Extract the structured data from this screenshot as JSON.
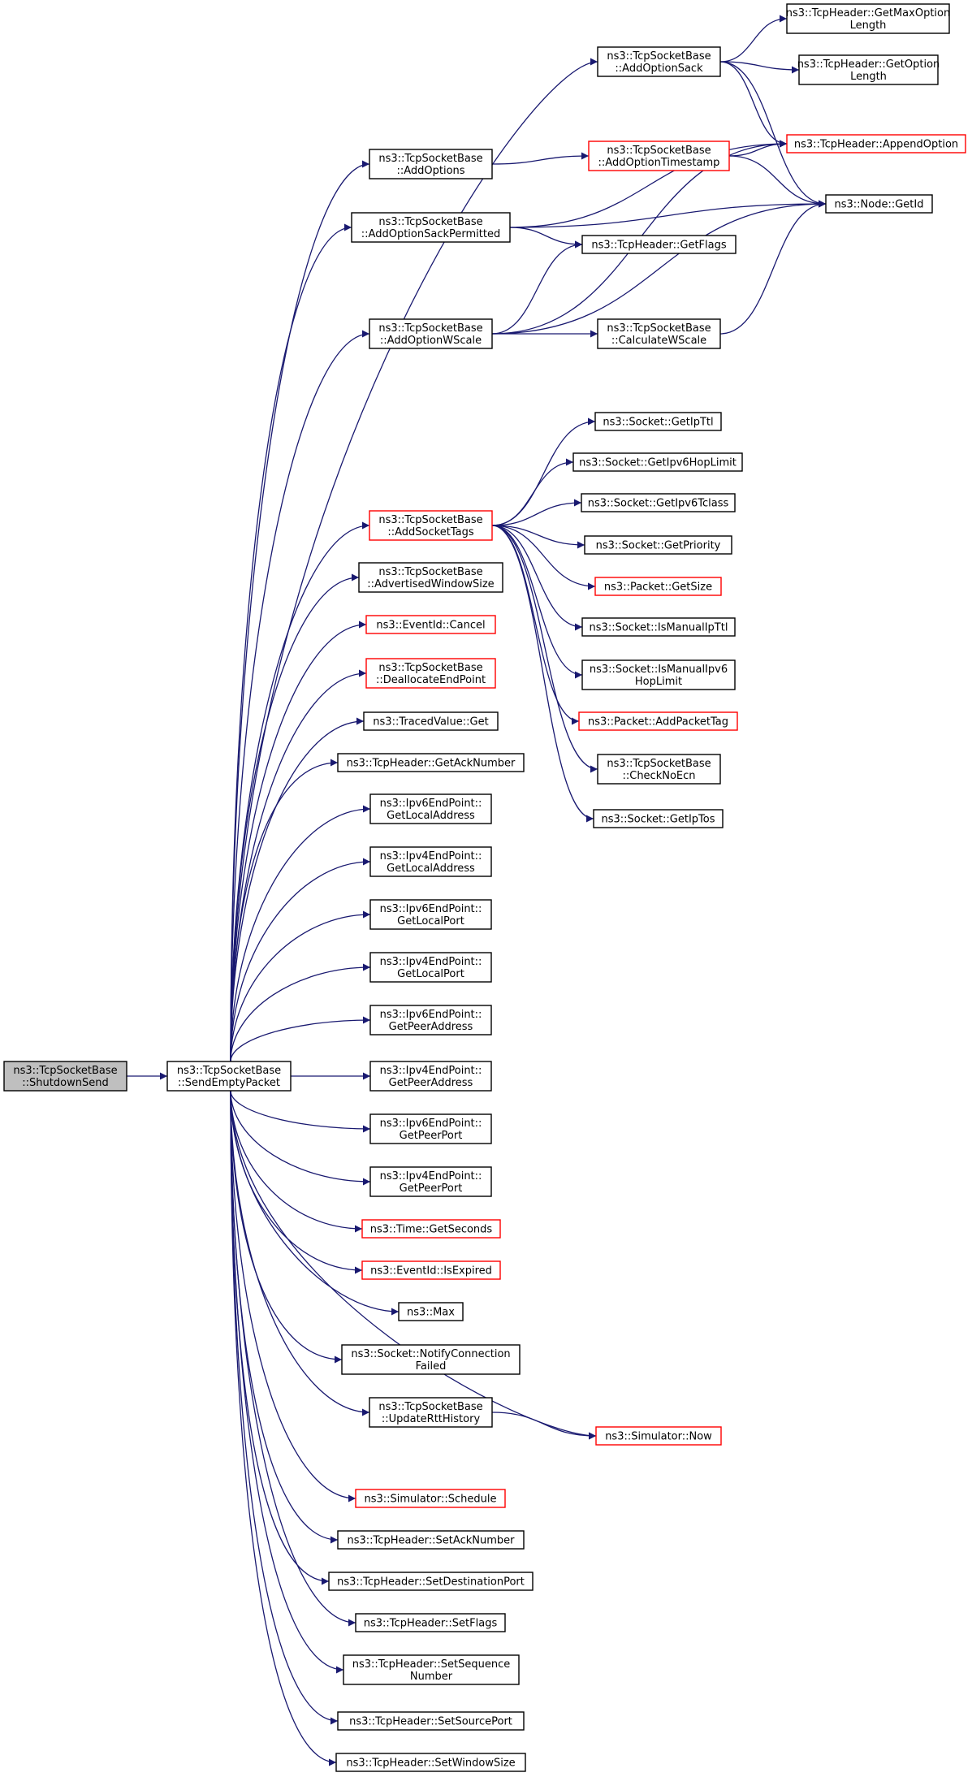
{
  "colors": {
    "edge": "#191970",
    "normal_border": "#000000",
    "truncated_border": "#ff0000",
    "root_fill": "#bfbfbf",
    "node_fill": "#ffffff"
  },
  "graph": {
    "nodes": [
      {
        "id": "shutdown_send",
        "lines": [
          "ns3::TcpSocketBase",
          "::ShutdownSend"
        ],
        "style": "root"
      },
      {
        "id": "send_empty_packet",
        "lines": [
          "ns3::TcpSocketBase",
          "::SendEmptyPacket"
        ],
        "style": "normal"
      },
      {
        "id": "add_option_sack",
        "lines": [
          "ns3::TcpSocketBase",
          "::AddOptionSack"
        ],
        "style": "normal"
      },
      {
        "id": "get_max_option_length",
        "lines": [
          "ns3::TcpHeader::GetMaxOption",
          "Length"
        ],
        "style": "normal"
      },
      {
        "id": "get_option_length",
        "lines": [
          "ns3::TcpHeader::GetOption",
          "Length"
        ],
        "style": "normal"
      },
      {
        "id": "append_option",
        "lines": [
          "ns3::TcpHeader::AppendOption"
        ],
        "style": "truncated"
      },
      {
        "id": "add_options",
        "lines": [
          "ns3::TcpSocketBase",
          "::AddOptions"
        ],
        "style": "normal"
      },
      {
        "id": "add_option_timestamp",
        "lines": [
          "ns3::TcpSocketBase",
          "::AddOptionTimestamp"
        ],
        "style": "truncated"
      },
      {
        "id": "node_get_id",
        "lines": [
          "ns3::Node::GetId"
        ],
        "style": "normal"
      },
      {
        "id": "add_option_sack_permitted",
        "lines": [
          "ns3::TcpSocketBase",
          "::AddOptionSackPermitted"
        ],
        "style": "normal"
      },
      {
        "id": "get_flags",
        "lines": [
          "ns3::TcpHeader::GetFlags"
        ],
        "style": "normal"
      },
      {
        "id": "add_option_wscale",
        "lines": [
          "ns3::TcpSocketBase",
          "::AddOptionWScale"
        ],
        "style": "normal"
      },
      {
        "id": "calculate_wscale",
        "lines": [
          "ns3::TcpSocketBase",
          "::CalculateWScale"
        ],
        "style": "normal"
      },
      {
        "id": "get_ip_ttl",
        "lines": [
          "ns3::Socket::GetIpTtl"
        ],
        "style": "normal"
      },
      {
        "id": "get_ipv6_hop_limit",
        "lines": [
          "ns3::Socket::GetIpv6HopLimit"
        ],
        "style": "normal"
      },
      {
        "id": "add_socket_tags",
        "lines": [
          "ns3::TcpSocketBase",
          "::AddSocketTags"
        ],
        "style": "truncated"
      },
      {
        "id": "get_ipv6_tclass",
        "lines": [
          "ns3::Socket::GetIpv6Tclass"
        ],
        "style": "normal"
      },
      {
        "id": "get_priority",
        "lines": [
          "ns3::Socket::GetPriority"
        ],
        "style": "normal"
      },
      {
        "id": "advertised_window_size",
        "lines": [
          "ns3::TcpSocketBase",
          "::AdvertisedWindowSize"
        ],
        "style": "normal"
      },
      {
        "id": "packet_get_size",
        "lines": [
          "ns3::Packet::GetSize"
        ],
        "style": "truncated"
      },
      {
        "id": "event_cancel",
        "lines": [
          "ns3::EventId::Cancel"
        ],
        "style": "truncated"
      },
      {
        "id": "is_manual_ip_ttl",
        "lines": [
          "ns3::Socket::IsManualIpTtl"
        ],
        "style": "normal"
      },
      {
        "id": "deallocate_end_point",
        "lines": [
          "ns3::TcpSocketBase",
          "::DeallocateEndPoint"
        ],
        "style": "truncated"
      },
      {
        "id": "is_manual_ipv6_hop_limit",
        "lines": [
          "ns3::Socket::IsManualIpv6",
          "HopLimit"
        ],
        "style": "normal"
      },
      {
        "id": "traced_value_get",
        "lines": [
          "ns3::TracedValue::Get"
        ],
        "style": "normal"
      },
      {
        "id": "add_packet_tag",
        "lines": [
          "ns3::Packet::AddPacketTag"
        ],
        "style": "truncated"
      },
      {
        "id": "get_ack_number",
        "lines": [
          "ns3::TcpHeader::GetAckNumber"
        ],
        "style": "normal"
      },
      {
        "id": "check_no_ecn",
        "lines": [
          "ns3::TcpSocketBase",
          "::CheckNoEcn"
        ],
        "style": "normal"
      },
      {
        "id": "ipv6_get_local_address",
        "lines": [
          "ns3::Ipv6EndPoint::",
          "GetLocalAddress"
        ],
        "style": "normal"
      },
      {
        "id": "get_ip_tos",
        "lines": [
          "ns3::Socket::GetIpTos"
        ],
        "style": "normal"
      },
      {
        "id": "ipv4_get_local_address",
        "lines": [
          "ns3::Ipv4EndPoint::",
          "GetLocalAddress"
        ],
        "style": "normal"
      },
      {
        "id": "ipv6_get_local_port",
        "lines": [
          "ns3::Ipv6EndPoint::",
          "GetLocalPort"
        ],
        "style": "normal"
      },
      {
        "id": "ipv4_get_local_port",
        "lines": [
          "ns3::Ipv4EndPoint::",
          "GetLocalPort"
        ],
        "style": "normal"
      },
      {
        "id": "ipv6_get_peer_address",
        "lines": [
          "ns3::Ipv6EndPoint::",
          "GetPeerAddress"
        ],
        "style": "normal"
      },
      {
        "id": "ipv4_get_peer_address",
        "lines": [
          "ns3::Ipv4EndPoint::",
          "GetPeerAddress"
        ],
        "style": "normal"
      },
      {
        "id": "ipv6_get_peer_port",
        "lines": [
          "ns3::Ipv6EndPoint::",
          "GetPeerPort"
        ],
        "style": "normal"
      },
      {
        "id": "ipv4_get_peer_port",
        "lines": [
          "ns3::Ipv4EndPoint::",
          "GetPeerPort"
        ],
        "style": "normal"
      },
      {
        "id": "time_get_seconds",
        "lines": [
          "ns3::Time::GetSeconds"
        ],
        "style": "truncated"
      },
      {
        "id": "event_is_expired",
        "lines": [
          "ns3::EventId::IsExpired"
        ],
        "style": "truncated"
      },
      {
        "id": "max",
        "lines": [
          "ns3::Max"
        ],
        "style": "normal"
      },
      {
        "id": "notify_connection_failed",
        "lines": [
          "ns3::Socket::NotifyConnection",
          "Failed"
        ],
        "style": "normal"
      },
      {
        "id": "update_rtt_history",
        "lines": [
          "ns3::TcpSocketBase",
          "::UpdateRttHistory"
        ],
        "style": "normal"
      },
      {
        "id": "simulator_now",
        "lines": [
          "ns3::Simulator::Now"
        ],
        "style": "truncated"
      },
      {
        "id": "simulator_schedule",
        "lines": [
          "ns3::Simulator::Schedule"
        ],
        "style": "truncated"
      },
      {
        "id": "set_ack_number",
        "lines": [
          "ns3::TcpHeader::SetAckNumber"
        ],
        "style": "normal"
      },
      {
        "id": "set_destination_port",
        "lines": [
          "ns3::TcpHeader::SetDestinationPort"
        ],
        "style": "normal"
      },
      {
        "id": "set_flags",
        "lines": [
          "ns3::TcpHeader::SetFlags"
        ],
        "style": "normal"
      },
      {
        "id": "set_sequence_number",
        "lines": [
          "ns3::TcpHeader::SetSequence",
          "Number"
        ],
        "style": "normal"
      },
      {
        "id": "set_source_port",
        "lines": [
          "ns3::TcpHeader::SetSourcePort"
        ],
        "style": "normal"
      },
      {
        "id": "set_window_size",
        "lines": [
          "ns3::TcpHeader::SetWindowSize"
        ],
        "style": "normal"
      }
    ],
    "edges": [
      {
        "from": "shutdown_send",
        "to": "send_empty_packet"
      },
      {
        "from": "send_empty_packet",
        "to": "add_option_sack"
      },
      {
        "from": "send_empty_packet",
        "to": "add_options"
      },
      {
        "from": "send_empty_packet",
        "to": "add_option_sack_permitted"
      },
      {
        "from": "send_empty_packet",
        "to": "add_option_wscale"
      },
      {
        "from": "send_empty_packet",
        "to": "add_socket_tags"
      },
      {
        "from": "send_empty_packet",
        "to": "advertised_window_size"
      },
      {
        "from": "send_empty_packet",
        "to": "event_cancel"
      },
      {
        "from": "send_empty_packet",
        "to": "deallocate_end_point"
      },
      {
        "from": "send_empty_packet",
        "to": "traced_value_get"
      },
      {
        "from": "send_empty_packet",
        "to": "get_ack_number"
      },
      {
        "from": "send_empty_packet",
        "to": "ipv6_get_local_address"
      },
      {
        "from": "send_empty_packet",
        "to": "ipv4_get_local_address"
      },
      {
        "from": "send_empty_packet",
        "to": "ipv6_get_local_port"
      },
      {
        "from": "send_empty_packet",
        "to": "ipv4_get_local_port"
      },
      {
        "from": "send_empty_packet",
        "to": "ipv6_get_peer_address"
      },
      {
        "from": "send_empty_packet",
        "to": "ipv4_get_peer_address"
      },
      {
        "from": "send_empty_packet",
        "to": "ipv6_get_peer_port"
      },
      {
        "from": "send_empty_packet",
        "to": "ipv4_get_peer_port"
      },
      {
        "from": "send_empty_packet",
        "to": "time_get_seconds"
      },
      {
        "from": "send_empty_packet",
        "to": "event_is_expired"
      },
      {
        "from": "send_empty_packet",
        "to": "max"
      },
      {
        "from": "send_empty_packet",
        "to": "notify_connection_failed"
      },
      {
        "from": "send_empty_packet",
        "to": "update_rtt_history"
      },
      {
        "from": "send_empty_packet",
        "to": "simulator_now"
      },
      {
        "from": "send_empty_packet",
        "to": "simulator_schedule"
      },
      {
        "from": "send_empty_packet",
        "to": "set_ack_number"
      },
      {
        "from": "send_empty_packet",
        "to": "set_destination_port"
      },
      {
        "from": "send_empty_packet",
        "to": "set_flags"
      },
      {
        "from": "send_empty_packet",
        "to": "set_sequence_number"
      },
      {
        "from": "send_empty_packet",
        "to": "set_source_port"
      },
      {
        "from": "send_empty_packet",
        "to": "set_window_size"
      },
      {
        "from": "add_option_sack",
        "to": "get_max_option_length"
      },
      {
        "from": "add_option_sack",
        "to": "get_option_length"
      },
      {
        "from": "add_option_sack",
        "to": "append_option"
      },
      {
        "from": "add_option_sack",
        "to": "node_get_id"
      },
      {
        "from": "add_options",
        "to": "add_option_timestamp"
      },
      {
        "from": "add_option_timestamp",
        "to": "append_option"
      },
      {
        "from": "add_option_timestamp",
        "to": "node_get_id"
      },
      {
        "from": "add_option_sack_permitted",
        "to": "append_option"
      },
      {
        "from": "add_option_sack_permitted",
        "to": "node_get_id"
      },
      {
        "from": "add_option_sack_permitted",
        "to": "get_flags"
      },
      {
        "from": "add_option_wscale",
        "to": "get_flags"
      },
      {
        "from": "add_option_wscale",
        "to": "append_option"
      },
      {
        "from": "add_option_wscale",
        "to": "calculate_wscale"
      },
      {
        "from": "add_option_wscale",
        "to": "node_get_id"
      },
      {
        "from": "calculate_wscale",
        "to": "node_get_id"
      },
      {
        "from": "add_socket_tags",
        "to": "get_ip_ttl"
      },
      {
        "from": "add_socket_tags",
        "to": "get_ipv6_hop_limit"
      },
      {
        "from": "add_socket_tags",
        "to": "get_ipv6_tclass"
      },
      {
        "from": "add_socket_tags",
        "to": "get_priority"
      },
      {
        "from": "add_socket_tags",
        "to": "packet_get_size"
      },
      {
        "from": "add_socket_tags",
        "to": "is_manual_ip_ttl"
      },
      {
        "from": "add_socket_tags",
        "to": "is_manual_ipv6_hop_limit"
      },
      {
        "from": "add_socket_tags",
        "to": "add_packet_tag"
      },
      {
        "from": "add_socket_tags",
        "to": "check_no_ecn"
      },
      {
        "from": "add_socket_tags",
        "to": "get_ip_tos"
      },
      {
        "from": "update_rtt_history",
        "to": "simulator_now"
      }
    ]
  }
}
